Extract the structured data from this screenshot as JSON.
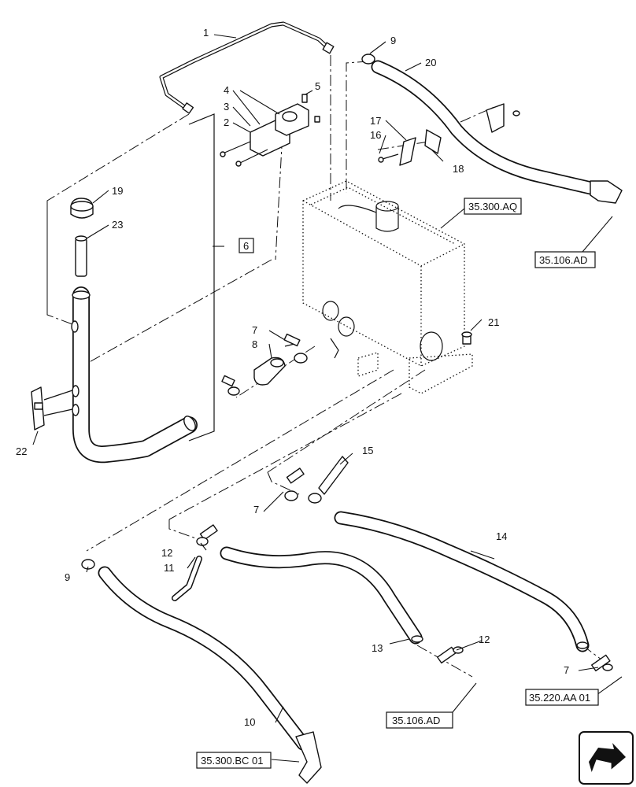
{
  "callouts": {
    "c1": "1",
    "c2": "2",
    "c3": "3",
    "c4": "4",
    "c5": "5",
    "c6": "6",
    "c7a": "7",
    "c7b": "7",
    "c7c": "7",
    "c8": "8",
    "c9a": "9",
    "c9b": "9",
    "c10": "10",
    "c11": "11",
    "c12a": "12",
    "c12b": "12",
    "c13": "13",
    "c14": "14",
    "c15": "15",
    "c16": "16",
    "c17": "17",
    "c18": "18",
    "c19": "19",
    "c20": "20",
    "c21": "21",
    "c22": "22",
    "c23": "23"
  },
  "references": {
    "tank": "35.300.AQ",
    "upper_hose": "35.106.AD",
    "lower_mid": "35.106.AD",
    "lower_right": "35.220.AA 01",
    "lower_left": "35.300.BC 01"
  },
  "nav_icon": "next-page-arrow-icon"
}
